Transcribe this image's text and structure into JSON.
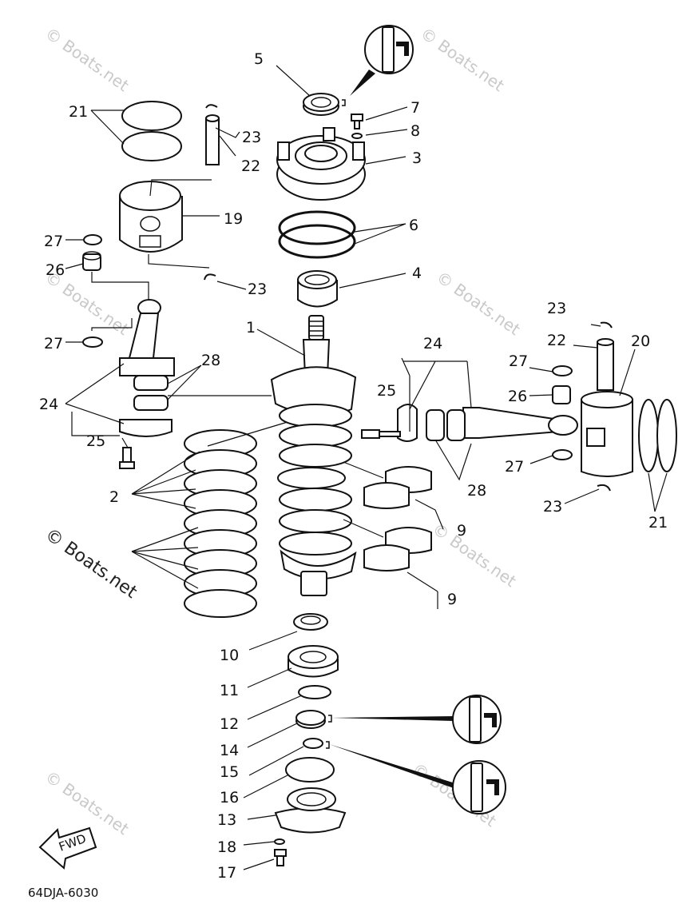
{
  "diagram_code": "64DJA-6030",
  "fwd_label": "FWD",
  "watermark": "© Boats.net",
  "callouts": [
    "1",
    "2",
    "3",
    "4",
    "5",
    "6",
    "7",
    "8",
    "9",
    "9",
    "10",
    "11",
    "12",
    "13",
    "14",
    "15",
    "16",
    "17",
    "18",
    "19",
    "20",
    "21",
    "21",
    "22",
    "22",
    "23",
    "23",
    "23",
    "23",
    "24",
    "24",
    "25",
    "25",
    "26",
    "26",
    "27",
    "27",
    "27",
    "27",
    "28",
    "28"
  ]
}
